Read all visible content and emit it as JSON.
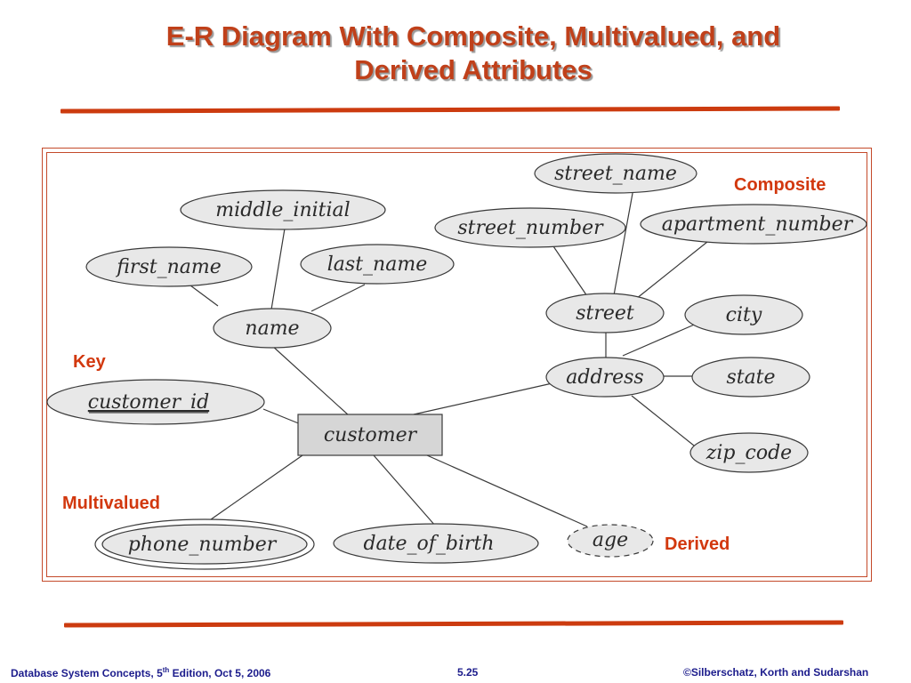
{
  "title": {
    "line1": "E-R Diagram With Composite, Multivalued, and",
    "line2": "Derived Attributes"
  },
  "diagram": {
    "entity": "customer",
    "attributes": {
      "customer_id": "customer_id",
      "name": "name",
      "first_name": "first_name",
      "middle_initial": "middle_initial",
      "last_name": "last_name",
      "address": "address",
      "street": "street",
      "street_number": "street_number",
      "street_name": "street_name",
      "apartment_number": "apartment_number",
      "city": "city",
      "state": "state",
      "zip_code": "zip_code",
      "phone_number": "phone_number",
      "date_of_birth": "date_of_birth",
      "age": "age"
    }
  },
  "annotations": {
    "composite": "Composite",
    "key": "Key",
    "multivalued": "Multivalued",
    "derived": "Derived"
  },
  "footer": {
    "book": "Database System Concepts, 5",
    "edition_sup": "th",
    "edition_rest": " Edition, Oct 5,  2006",
    "slide": "5.25",
    "copyright": "©Silberschatz, Korth and Sudarshan"
  },
  "colors": {
    "title": "#c0401a",
    "rule": "#cc3b0f",
    "annotation": "#d2380e",
    "footer": "#1c1c8c",
    "ellipse_fill": "#e8e8e8",
    "entity_fill": "#d6d6d6"
  }
}
